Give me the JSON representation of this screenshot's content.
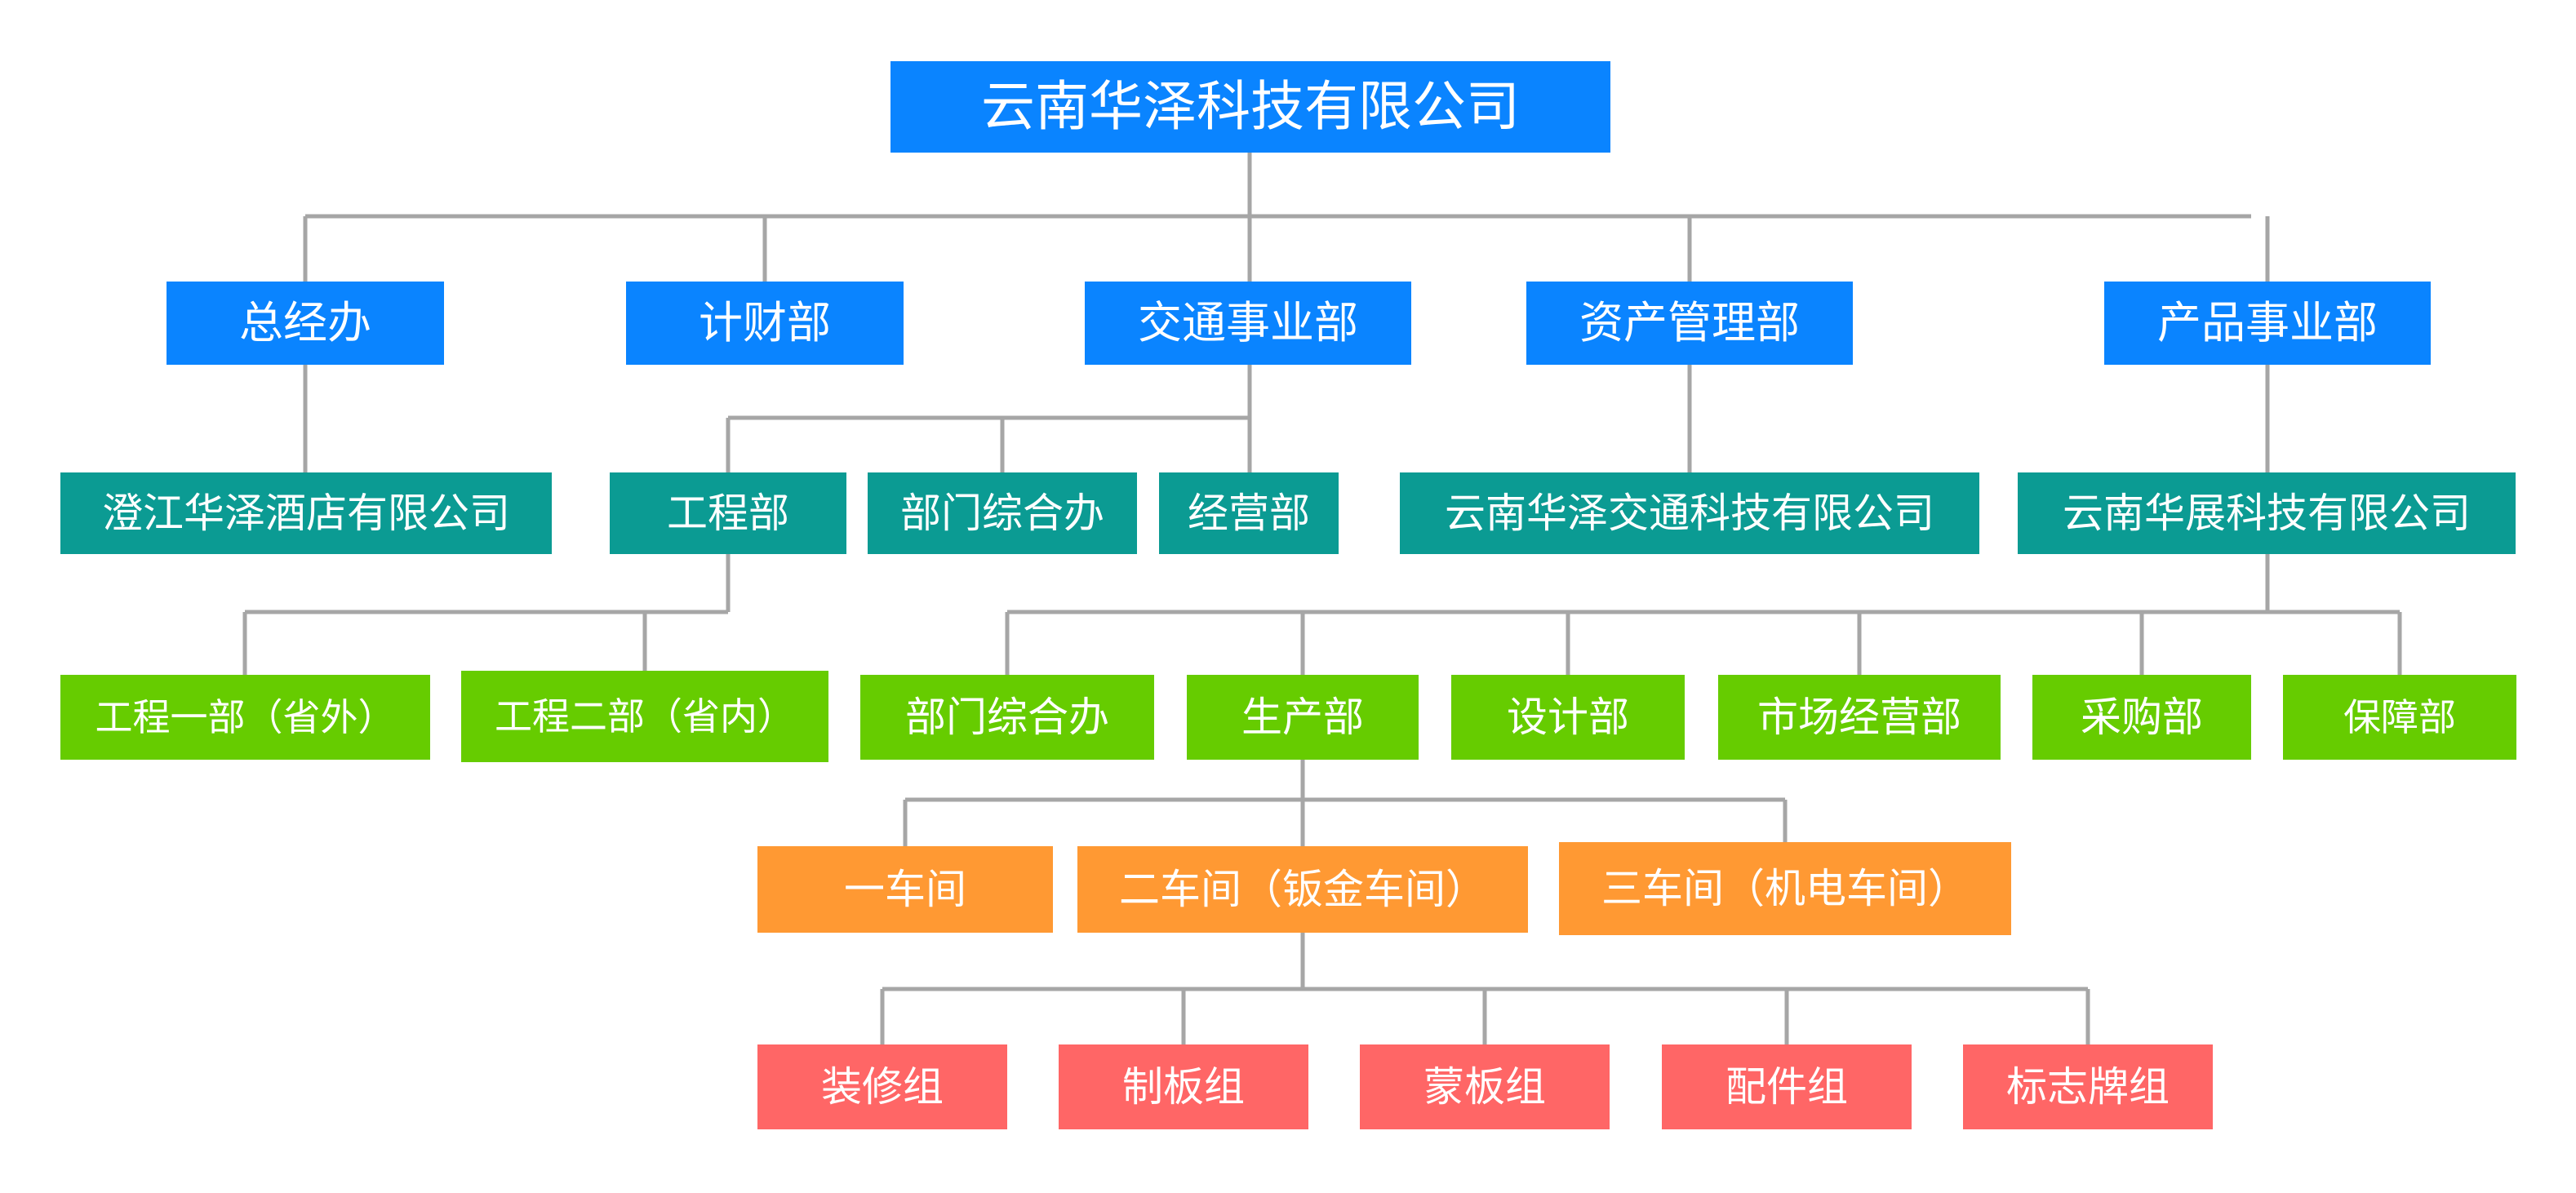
{
  "colors": {
    "level1": "#0a84ff",
    "level2": "#0a84ff",
    "level3": "#0b9b93",
    "level4": "#66cc00",
    "level5": "#ff9933",
    "level6": "#ff6666",
    "connector": "#a6a6a6"
  },
  "org": {
    "company": "云南华泽科技有限公司",
    "top_departments": {
      "general_office": "总经办",
      "finance": "计财部",
      "transport_division": "交通事业部",
      "asset_management": "资产管理部",
      "product_division": "产品事业部"
    },
    "third_level": {
      "chengjiang_hotel": "澄江华泽酒店有限公司",
      "engineering": "工程部",
      "dept_office": "部门综合办",
      "operations": "经营部",
      "huaze_transport_tech": "云南华泽交通科技有限公司",
      "huazhan_tech": "云南华展科技有限公司"
    },
    "fourth_level": {
      "engineering_one": "工程一部（省外）",
      "engineering_two": "工程二部（省内）",
      "dept_office": "部门综合办",
      "production": "生产部",
      "design": "设计部",
      "market_operations": "市场经营部",
      "purchasing": "采购部",
      "support": "保障部"
    },
    "workshops": {
      "workshop_one": "一车间",
      "workshop_two": "二车间（钣金车间）",
      "workshop_three": "三车间（机电车间）"
    },
    "groups": {
      "decoration": "装修组",
      "board_making": "制板组",
      "skin_panel": "蒙板组",
      "parts": "配件组",
      "signage": "标志牌组"
    }
  }
}
